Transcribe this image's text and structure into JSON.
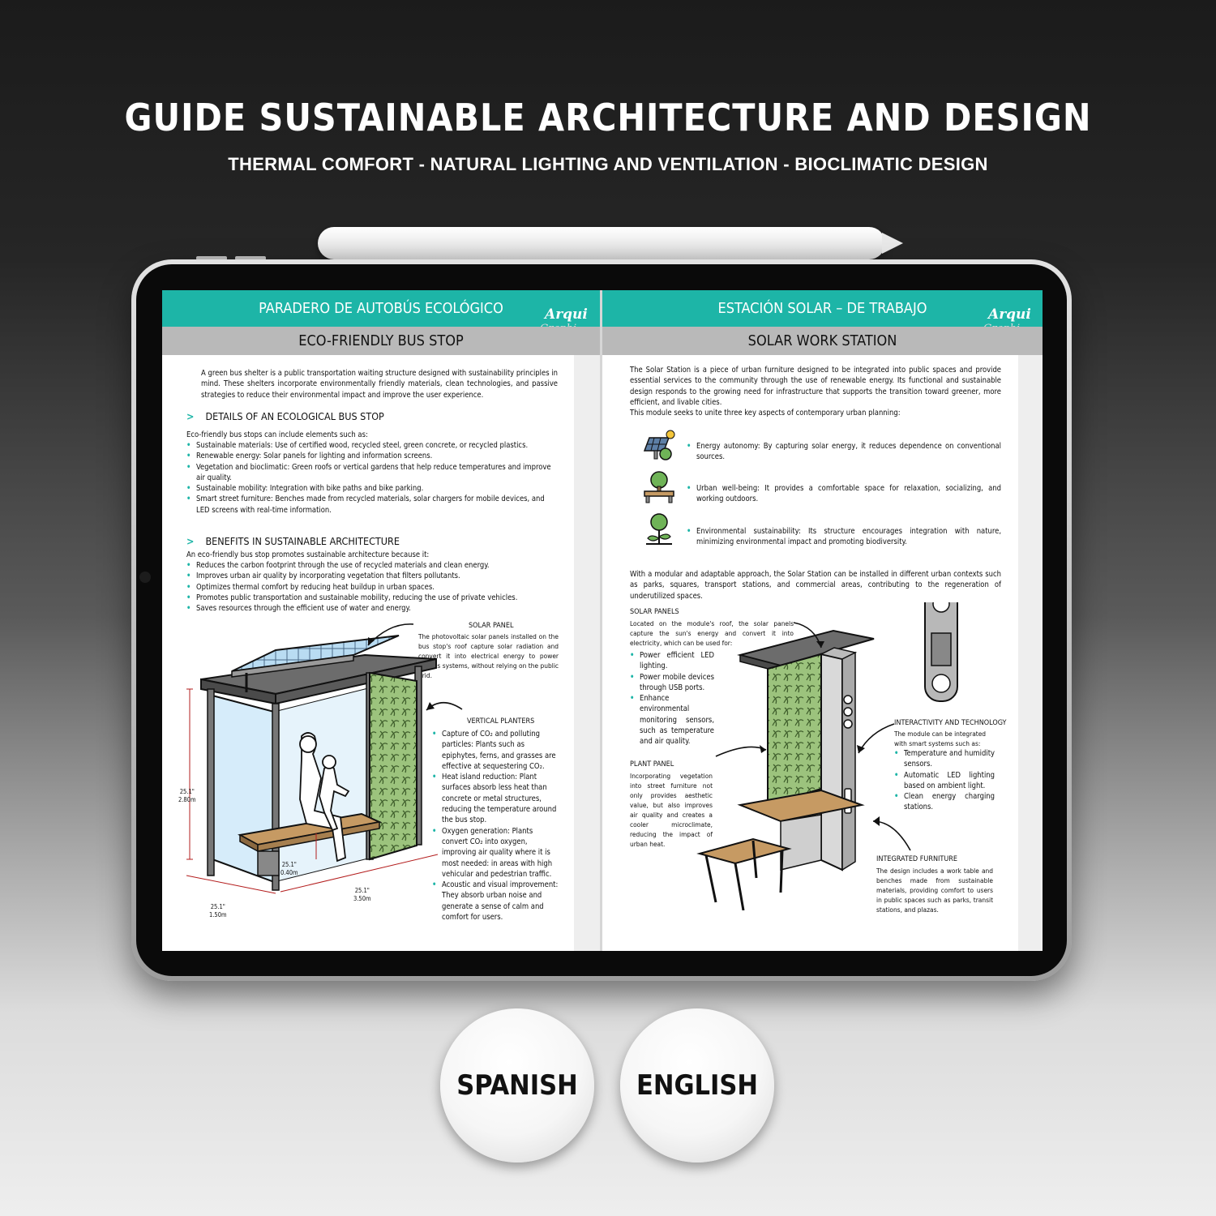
{
  "header": {
    "title": "GUIDE SUSTAINABLE ARCHITECTURE AND DESIGN",
    "subtitle": "THERMAL COMFORT - NATURAL LIGHTING AND VENTILATION - BIOCLIMATIC DESIGN"
  },
  "logo": {
    "line1": "Arqui",
    "line2": "Graphi"
  },
  "left_page": {
    "spanish_title": "PARADERO DE AUTOBÚS ECOLÓGICO",
    "english_title": "ECO-FRIENDLY BUS STOP",
    "intro": "A green bus shelter is a public transportation waiting structure designed with sustainability principles in mind. These shelters incorporate environmentally friendly materials, clean technologies, and passive strategies to reduce their environmental impact and improve the user experience.",
    "section1": {
      "heading": "DETAILS OF AN ECOLOGICAL BUS STOP",
      "lead": "Eco-friendly bus stops can include elements such as:",
      "items": [
        "Sustainable materials: Use of certified wood, recycled steel, green concrete, or recycled plastics.",
        "Renewable energy: Solar panels for lighting and information screens.",
        "Vegetation and bioclimatic: Green roofs or vertical gardens that help reduce temperatures and improve air quality.",
        "Sustainable mobility: Integration with bike paths and bike parking.",
        "Smart street furniture: Benches made from recycled materials, solar chargers for mobile devices, and LED screens with real-time information."
      ]
    },
    "section2": {
      "heading": "BENEFITS IN SUSTAINABLE ARCHITECTURE",
      "lead": "An eco-friendly bus stop promotes sustainable architecture because it:",
      "items": [
        "Reduces the carbon footprint through the use of recycled materials and clean energy.",
        "Improves urban air quality by incorporating vegetation that filters pollutants.",
        "Optimizes thermal comfort by reducing heat buildup in urban spaces.",
        "Promotes public transportation and sustainable mobility, reducing the use of private vehicles.",
        "Saves resources through the efficient use of water and energy."
      ]
    },
    "solar_panel": {
      "label": "SOLAR PANEL",
      "text": "The photovoltaic solar panels installed on the bus stop's roof capture solar radiation and convert it into electrical energy to power various systems, without relying on the public grid."
    },
    "vertical_planters": {
      "label": "VERTICAL PLANTERS",
      "items": [
        "Capture of CO₂ and polluting particles: Plants such as epiphytes, ferns, and grasses are effective at sequestering CO₂.",
        "Heat island reduction: Plant surfaces absorb less heat than concrete or metal structures, reducing the temperature around the bus stop.",
        "Oxygen generation: Plants convert CO₂ into oxygen, improving air quality where it is most needed: in areas with high vehicular and pedestrian traffic.",
        "Acoustic and visual improvement: They absorb urban noise and generate a sense of calm and comfort for users."
      ]
    },
    "dimensions": {
      "height": "25.1\"\n2.80m",
      "seat": "25.1\"\n0.40m",
      "depth": "25.1\"\n1.50m",
      "width": "25.1\"\n3.50m"
    }
  },
  "right_page": {
    "spanish_title": "ESTACIÓN SOLAR – DE TRABAJO",
    "english_title": "SOLAR WORK STATION",
    "intro": "The Solar Station is a piece of urban furniture designed to be integrated into public spaces and provide essential services to the community through the use of renewable energy. Its functional and sustainable design responds to the growing need for infrastructure that supports the transition toward greener, more efficient, and livable cities.",
    "intro2": "This module seeks to unite three key aspects of contemporary urban planning:",
    "aspects": [
      {
        "icon": "solar-panel-icon",
        "text": "Energy autonomy: By capturing solar energy, it reduces dependence on conventional sources."
      },
      {
        "icon": "bench-tree-icon",
        "text": "Urban well-being: It provides a comfortable space for relaxation, socializing, and working outdoors."
      },
      {
        "icon": "plant-tree-icon",
        "text": "Environmental sustainability: Its structure encourages integration with nature, minimizing environmental impact and promoting biodiversity."
      }
    ],
    "modular": "With a modular and adaptable approach, the Solar Station can be installed in different urban contexts such as parks, squares, transport stations, and commercial areas, contributing to the regeneration of underutilized spaces.",
    "solar_panels": {
      "label": "SOLAR PANELS",
      "text": "Located on the module's roof, the solar panels capture the sun's energy and convert it into electricity, which can be used for:",
      "items": [
        "Power efficient LED lighting.",
        "Power mobile devices through USB ports.",
        "Enhance environmental monitoring sensors, such as temperature and air quality."
      ]
    },
    "plant_panel": {
      "label": "PLANT PANEL",
      "text": "Incorporating vegetation into street furniture not only provides aesthetic value, but also improves air quality and creates a cooler microclimate, reducing the impact of urban heat."
    },
    "interactivity": {
      "label": "INTERACTIVITY AND TECHNOLOGY",
      "text": "The module can be integrated with smart systems such as:",
      "items": [
        "Temperature and humidity sensors.",
        "Automatic LED lighting based on ambient light.",
        "Clean energy charging stations."
      ]
    },
    "integrated_furniture": {
      "label": "INTEGRATED FURNITURE",
      "text": "The design includes a work table and benches made from sustainable materials, providing comfort to users in public spaces such as parks, transit stations, and plazas."
    }
  },
  "languages": {
    "spanish": "SPANISH",
    "english": "ENGLISH"
  },
  "colors": {
    "teal": "#1db5a7",
    "grey": "#b9b9b9",
    "green": "#6f9a57"
  }
}
